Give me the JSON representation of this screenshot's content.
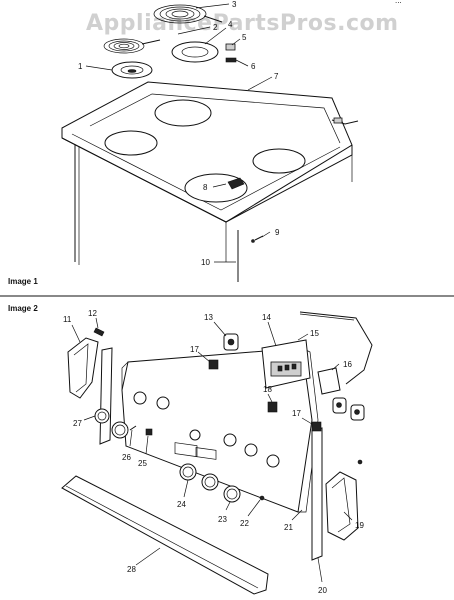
{
  "watermark": "AppliancePartsPros.com",
  "header_fragment": "...",
  "images": [
    {
      "caption": "Image 1",
      "callouts": [
        "1",
        "2",
        "3",
        "4",
        "5",
        "6",
        "7",
        "8",
        "9",
        "10"
      ]
    },
    {
      "caption": "Image 2",
      "callouts": [
        "11",
        "12",
        "13",
        "14",
        "15",
        "16",
        "17",
        "18",
        "17",
        "19",
        "20",
        "21",
        "22",
        "23",
        "24",
        "25",
        "26",
        "27",
        "28"
      ]
    }
  ]
}
